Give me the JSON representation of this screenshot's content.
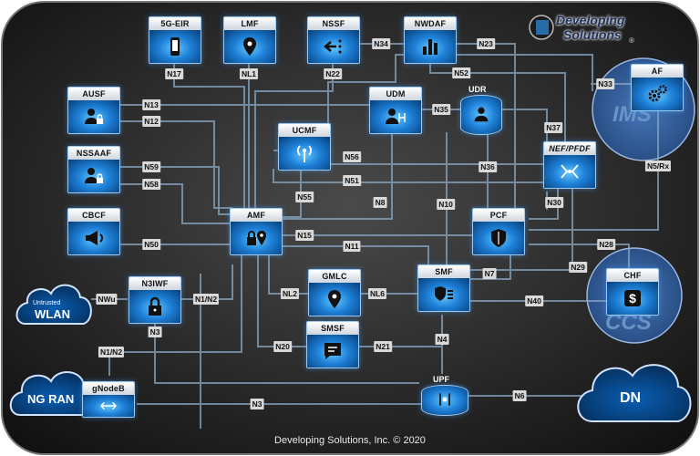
{
  "logo": {
    "line1": "Developing",
    "line2": "Solutions",
    "mark": "®"
  },
  "footer": "Developing Solutions, Inc. © 2020",
  "domains": {
    "ims": "IMS",
    "ccs": "CCS"
  },
  "clouds": {
    "untrusted": "Untrusted",
    "wlan": "WLAN",
    "ng_ran": "NG RAN",
    "dn": "DN"
  },
  "nfs": {
    "eir": "5G-EIR",
    "lmf": "LMF",
    "nssf": "NSSF",
    "nwdaf": "NWDAF",
    "ausf": "AUSF",
    "udm": "UDM",
    "udr": "UDR",
    "af": "AF",
    "ucmf": "UCMF",
    "nssaaf": "NSSAAF",
    "nef": "NEF/PFDF",
    "cbcf": "CBCF",
    "amf": "AMF",
    "pcf": "PCF",
    "n3iwf": "N3IWF",
    "gmlc": "GMLC",
    "smf": "SMF",
    "chf": "CHF",
    "smsf": "SMSF",
    "gnb": "gNodeB",
    "upf": "UPF"
  },
  "interfaces": {
    "n17": "N17",
    "nl1": "NL1",
    "n22": "N22",
    "n34": "N34",
    "n23": "N23",
    "n52": "N52",
    "n33": "N33",
    "n13": "N13",
    "n12": "N12",
    "n35": "N35",
    "n37": "N37",
    "n56": "N56",
    "n59": "N59",
    "n36": "N36",
    "n51": "N51",
    "n58": "N58",
    "n5rx": "N5/Rx",
    "n55": "N55",
    "n8": "N8",
    "n10": "N10",
    "n30": "N30",
    "n50": "N50",
    "n15": "N15",
    "n11": "N11",
    "n28": "N28",
    "n29": "N29",
    "n7": "N7",
    "nwu": "NWu",
    "n1n2a": "N1/N2",
    "nl2": "NL2",
    "nl6": "NL6",
    "n40": "N40",
    "n3a": "N3",
    "n20": "N20",
    "n21": "N21",
    "n4": "N4",
    "n1n2b": "N1/N2",
    "n3b": "N3",
    "n6": "N6"
  }
}
